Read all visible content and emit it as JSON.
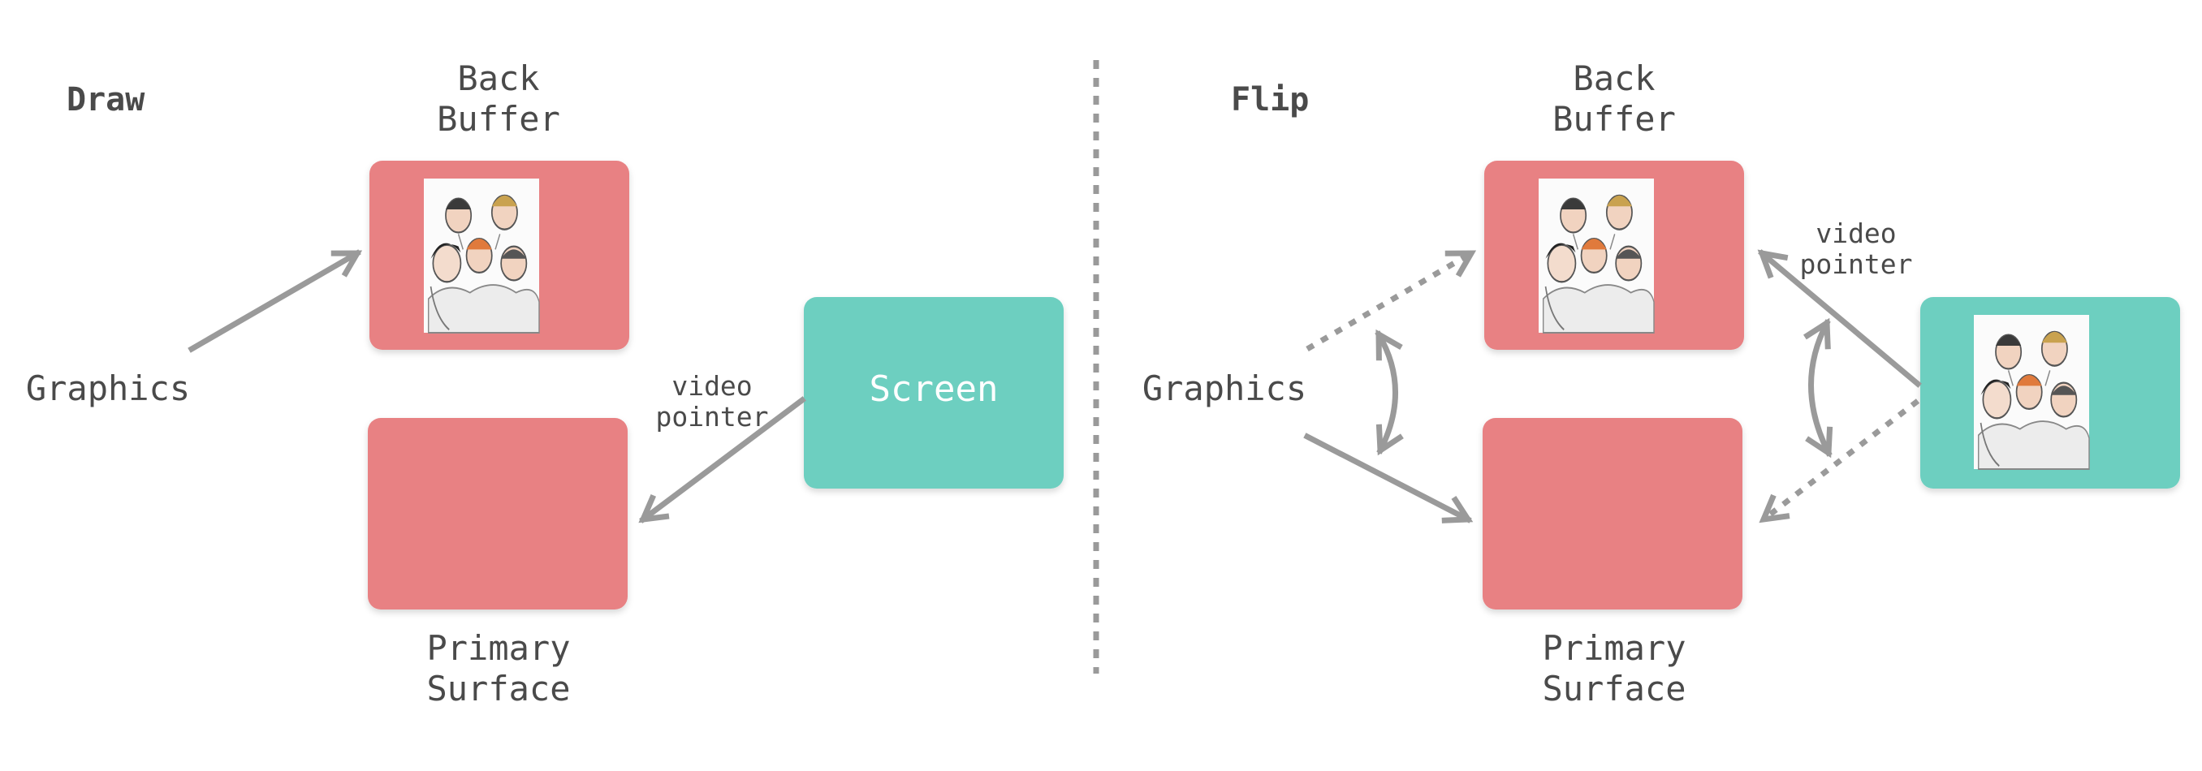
{
  "draw": {
    "title": "Draw",
    "back_buffer_label": [
      "Back",
      "Buffer"
    ],
    "primary_surface_label": [
      "Primary",
      "Surface"
    ],
    "graphics_label": "Graphics",
    "screen_label": "Screen",
    "video_pointer_label": [
      "video",
      "pointer"
    ]
  },
  "flip": {
    "title": "Flip",
    "back_buffer_label": [
      "Back",
      "Buffer"
    ],
    "primary_surface_label": [
      "Primary",
      "Surface"
    ],
    "graphics_label": "Graphics",
    "video_pointer_label": [
      "video",
      "pointer"
    ]
  },
  "colors": {
    "buffer": "#e88183",
    "screen": "#6dcfc0",
    "arrow": "#9a9a9a",
    "text": "#4a4a4a"
  },
  "images": {
    "back_buffer_picture": "illustration-thumbnail",
    "screen_picture": "illustration-thumbnail"
  }
}
